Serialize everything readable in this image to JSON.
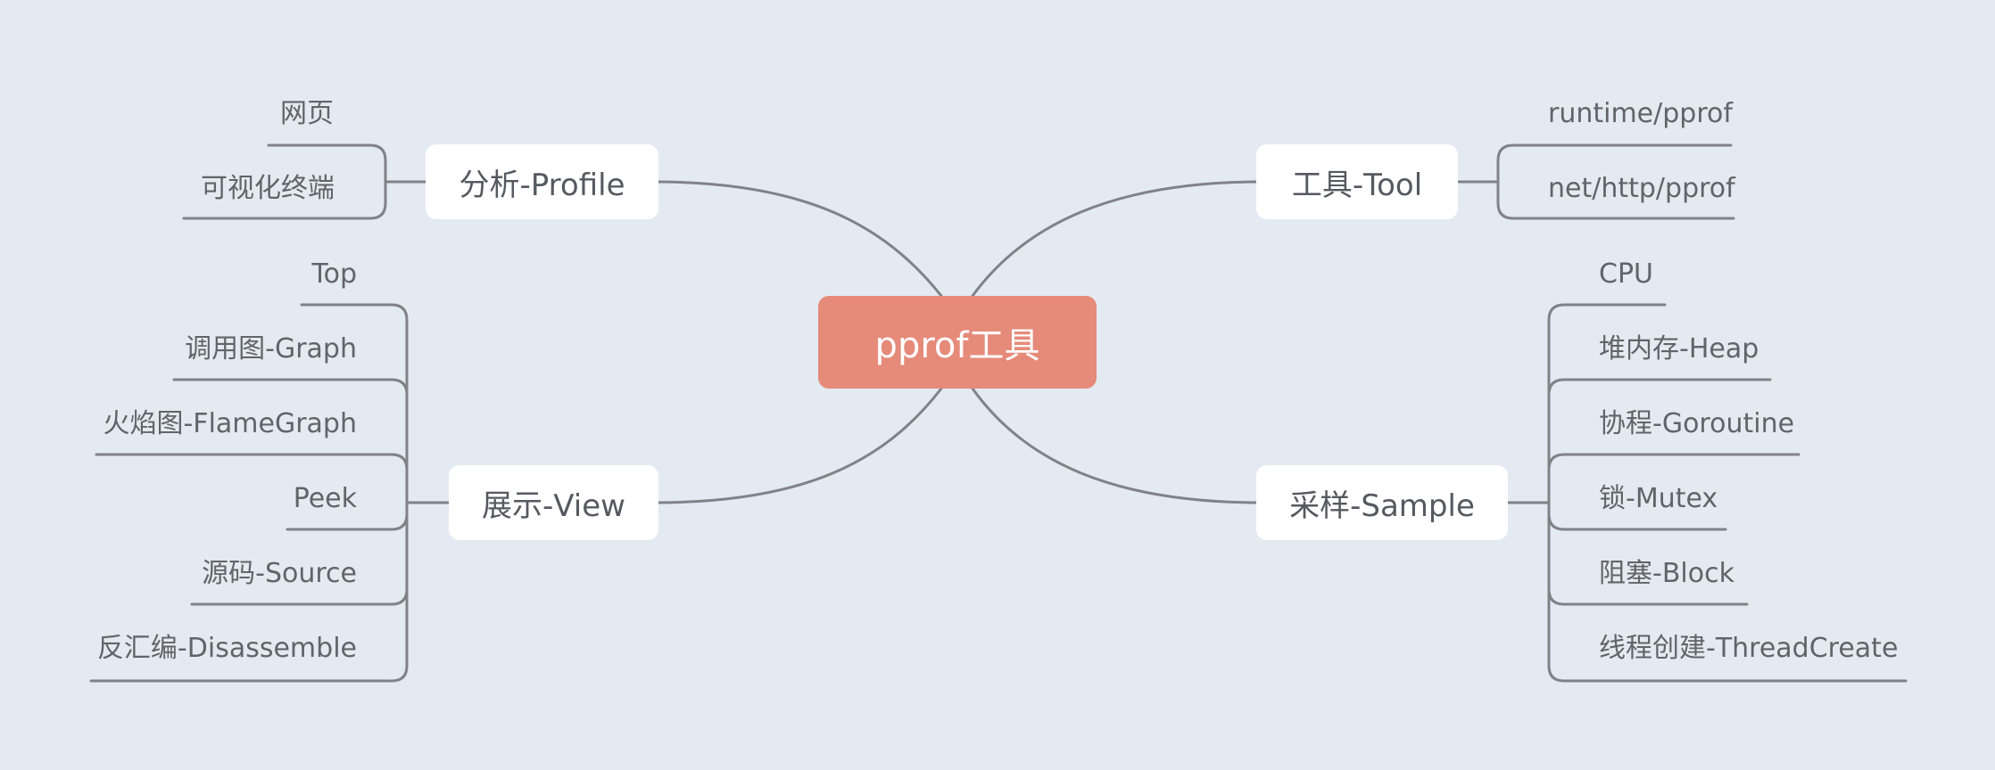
{
  "center": {
    "label": "pprof工具"
  },
  "colors": {
    "background": "#e4eaf1",
    "center_fill": "#e68a79",
    "node_fill": "#ffffff",
    "line": "#818288",
    "text": "#555a60"
  },
  "branches": {
    "profile": {
      "label": "分析-Profile",
      "children": [
        "网页",
        "可视化终端"
      ]
    },
    "view": {
      "label": "展示-View",
      "children": [
        "Top",
        "调用图-Graph",
        "火焰图-FlameGraph",
        "Peek",
        "源码-Source",
        "反汇编-Disassemble"
      ]
    },
    "tool": {
      "label": "工具-Tool",
      "children": [
        "runtime/pprof",
        "net/http/pprof"
      ]
    },
    "sample": {
      "label": "采样-Sample",
      "children": [
        "CPU",
        "堆内存-Heap",
        "协程-Goroutine",
        "锁-Mutex",
        "阻塞-Block",
        "线程创建-ThreadCreate"
      ]
    }
  }
}
